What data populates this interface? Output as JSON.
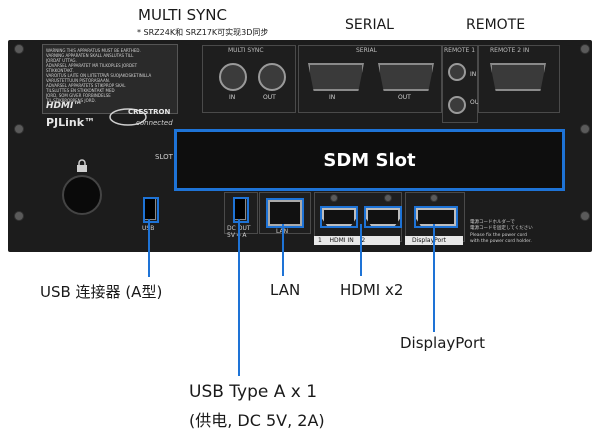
{
  "top_labels": {
    "multi_sync": "MULTI SYNC",
    "multi_sync_note": "* SRZ24K和 SRZ17K可实现3D同步",
    "serial": "SERIAL",
    "remote": "REMOTE"
  },
  "panel": {
    "group_multi_sync": "MULTI SYNC",
    "group_serial": "SERIAL",
    "group_remote1": "REMOTE 1",
    "group_remote2": "REMOTE 2 IN",
    "in": "IN",
    "out": "OUT",
    "slot": "SLOT",
    "usb": "USB",
    "dc_out": "DC OUT\n5V ═ A",
    "lan": "LAN",
    "hdmi_in": "1    HDMI IN    2",
    "displayport": "DisplayPort",
    "power_note": "Please fix the power cord\nwith the power cord holder.",
    "power_note_jp": "電源コードホルダーで\n電源コードを固定してください",
    "hdmi_logo": "HDMI™",
    "pjlink_logo": "PJLink™",
    "crestron_logo": "CRESTRON",
    "crestron_sub": "connected"
  },
  "warning_label": {
    "lines": [
      "WARNING  THIS APPARATUS MUST BE EARTHED.",
      "VARNING  APPARATEN SKALL ANSLUTAS TILL",
      "         JORDAT UTTAG.",
      "ADVARSEL APPARATET MÅ TILKOPLES JORDET",
      "         STIKKONTAKT.",
      "VAROITUS LAITE ON LIITETTÄVÄ SUOJAKOSKETINILLA",
      "         VARUSTETTUUN PISTORASIAAN.",
      "ADVARSEL APPARATETS STIKPROP SKAL",
      "         TILSLUTTES EN STIKKONTAKT MED",
      "         JORD, SOM GIVER FORBINDELSE",
      "         TIL STIKPROPPENS JORD."
    ]
  },
  "sdm_slot": "SDM Slot",
  "callouts": {
    "usb_connector": "USB 连接器 (A型)",
    "lan": "LAN",
    "hdmi": "HDMI x2",
    "displayport": "DisplayPort",
    "usb_type_a_line1": "USB Type A x 1",
    "usb_type_a_line2": "(供电, DC 5V, 2A)"
  },
  "colors": {
    "accent": "#1e73d6",
    "panel": "#1c1c1c"
  }
}
